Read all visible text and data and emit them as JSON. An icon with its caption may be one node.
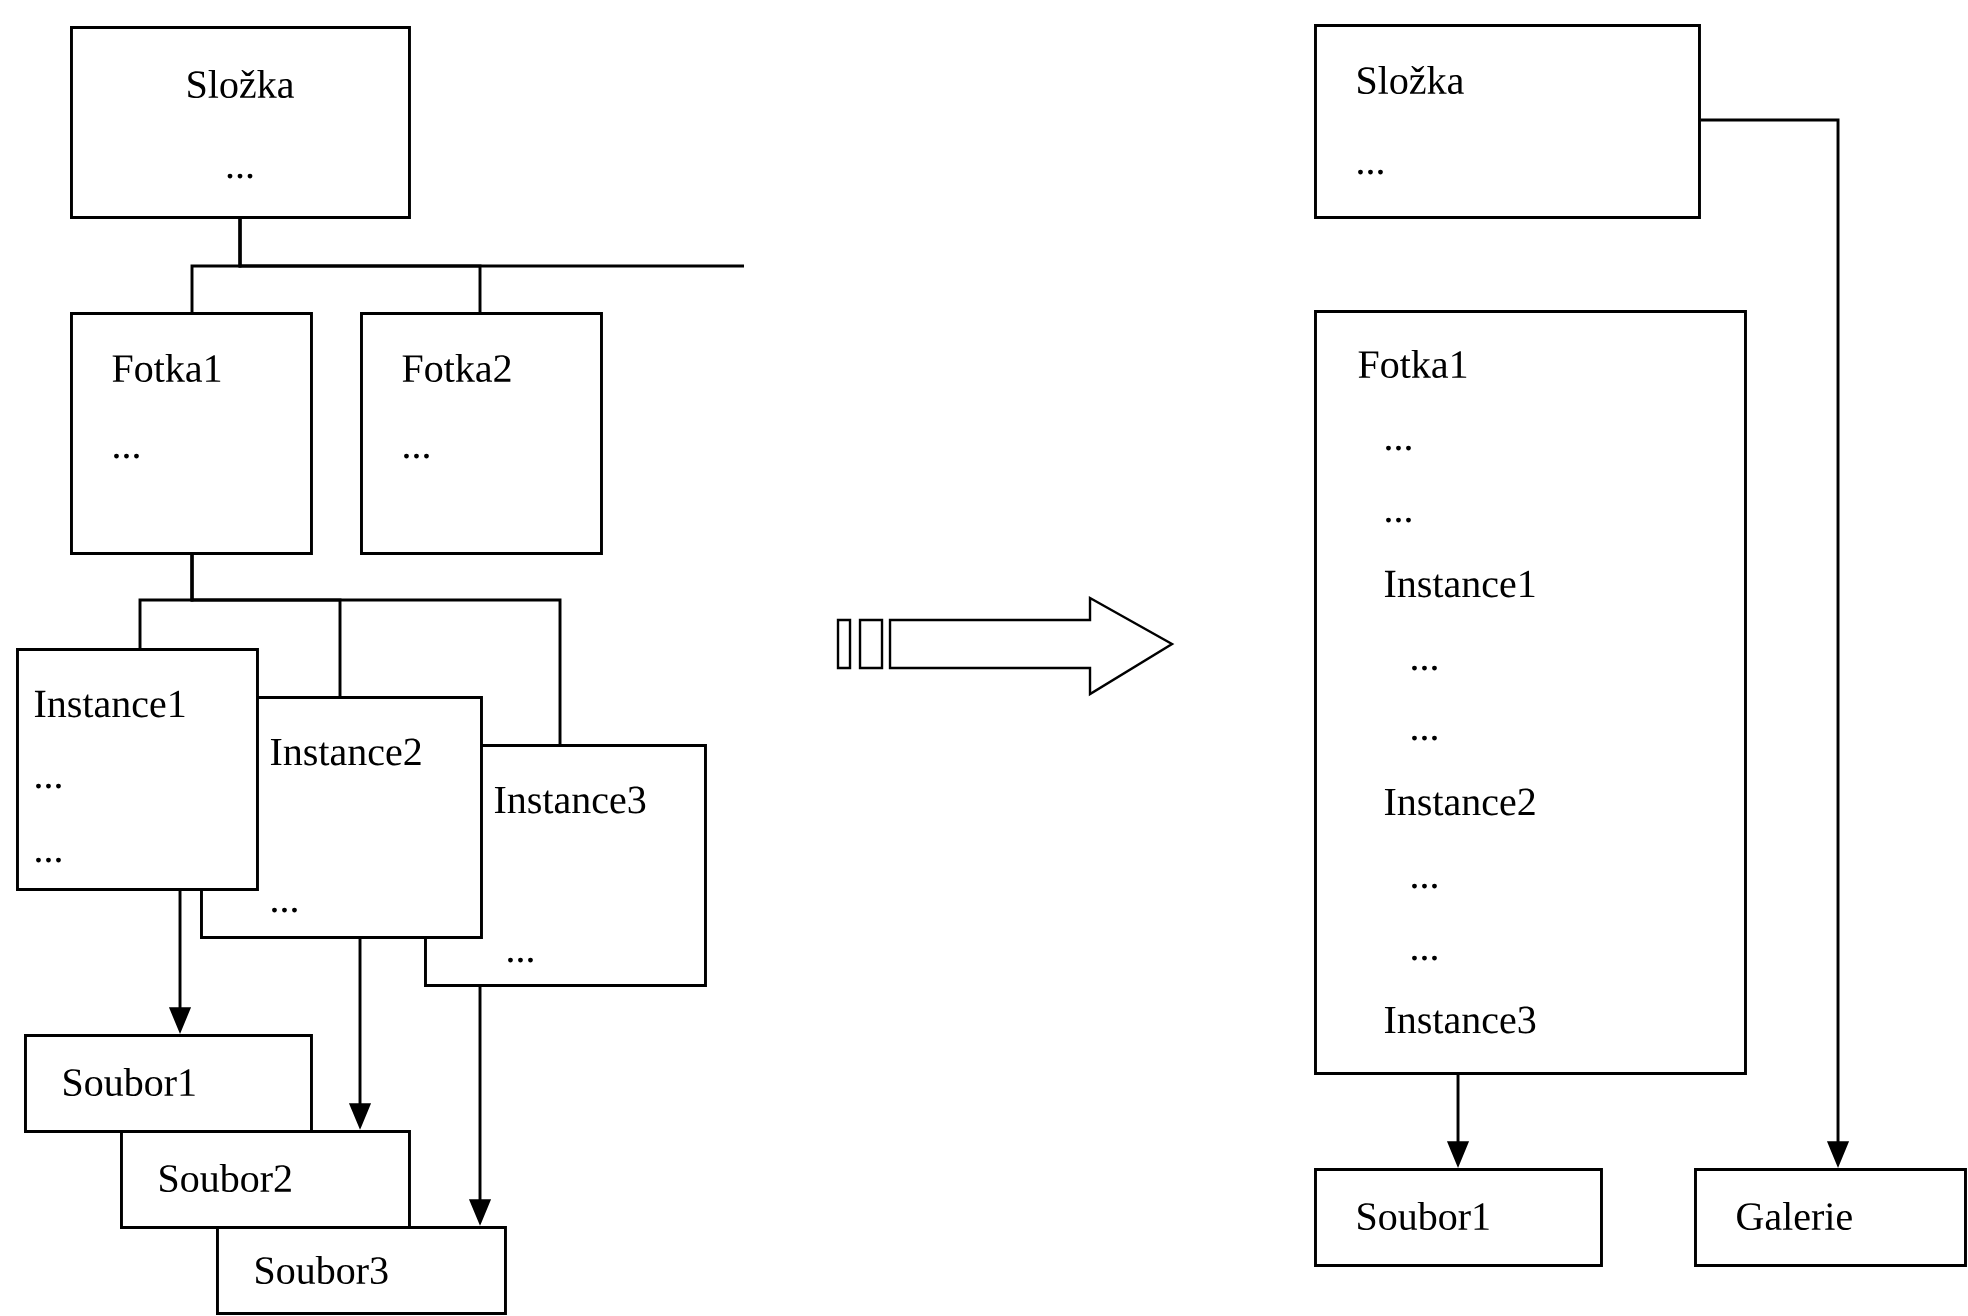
{
  "diagram": {
    "nodes": [
      {
        "text": [
          "Složka",
          "..."
        ]
      },
      {
        "text": [
          "Fotka1",
          "..."
        ]
      },
      {
        "text": [
          "Fotka2",
          "..."
        ]
      },
      {
        "text": [
          "Instance1",
          "...",
          "..."
        ]
      },
      {
        "text": [
          "Instance2",
          "..."
        ]
      },
      {
        "text": [
          "Instance3",
          "..."
        ]
      },
      {
        "text": [
          "Soubor1"
        ]
      },
      {
        "text": [
          "Soubor2"
        ]
      },
      {
        "text": [
          "Soubor3"
        ]
      },
      {
        "text": [
          "Složka",
          "..."
        ]
      },
      {
        "text": [
          "Fotka1",
          "...",
          "...",
          "Instance1",
          "...",
          "...",
          "Instance2",
          "...",
          "...",
          "Instance3"
        ]
      },
      {
        "text": [
          "Soubor1"
        ]
      },
      {
        "text": [
          "Galerie"
        ]
      }
    ],
    "edges": [
      {
        "from": 0,
        "to": 1,
        "arrow": "none"
      },
      {
        "from": 0,
        "to": 2,
        "arrow": "none"
      },
      {
        "from": 0,
        "to": null,
        "arrow": "none"
      },
      {
        "from": 1,
        "to": 3,
        "arrow": "none"
      },
      {
        "from": 1,
        "to": 4,
        "arrow": "none"
      },
      {
        "from": 1,
        "to": 5,
        "arrow": "none"
      },
      {
        "from": 3,
        "to": 6,
        "arrow": "to"
      },
      {
        "from": 4,
        "to": 7,
        "arrow": "to"
      },
      {
        "from": 5,
        "to": 8,
        "arrow": "to"
      },
      {
        "from": 10,
        "to": 11,
        "arrow": "to"
      },
      {
        "from": 9,
        "to": 12,
        "arrow": "to"
      }
    ]
  }
}
